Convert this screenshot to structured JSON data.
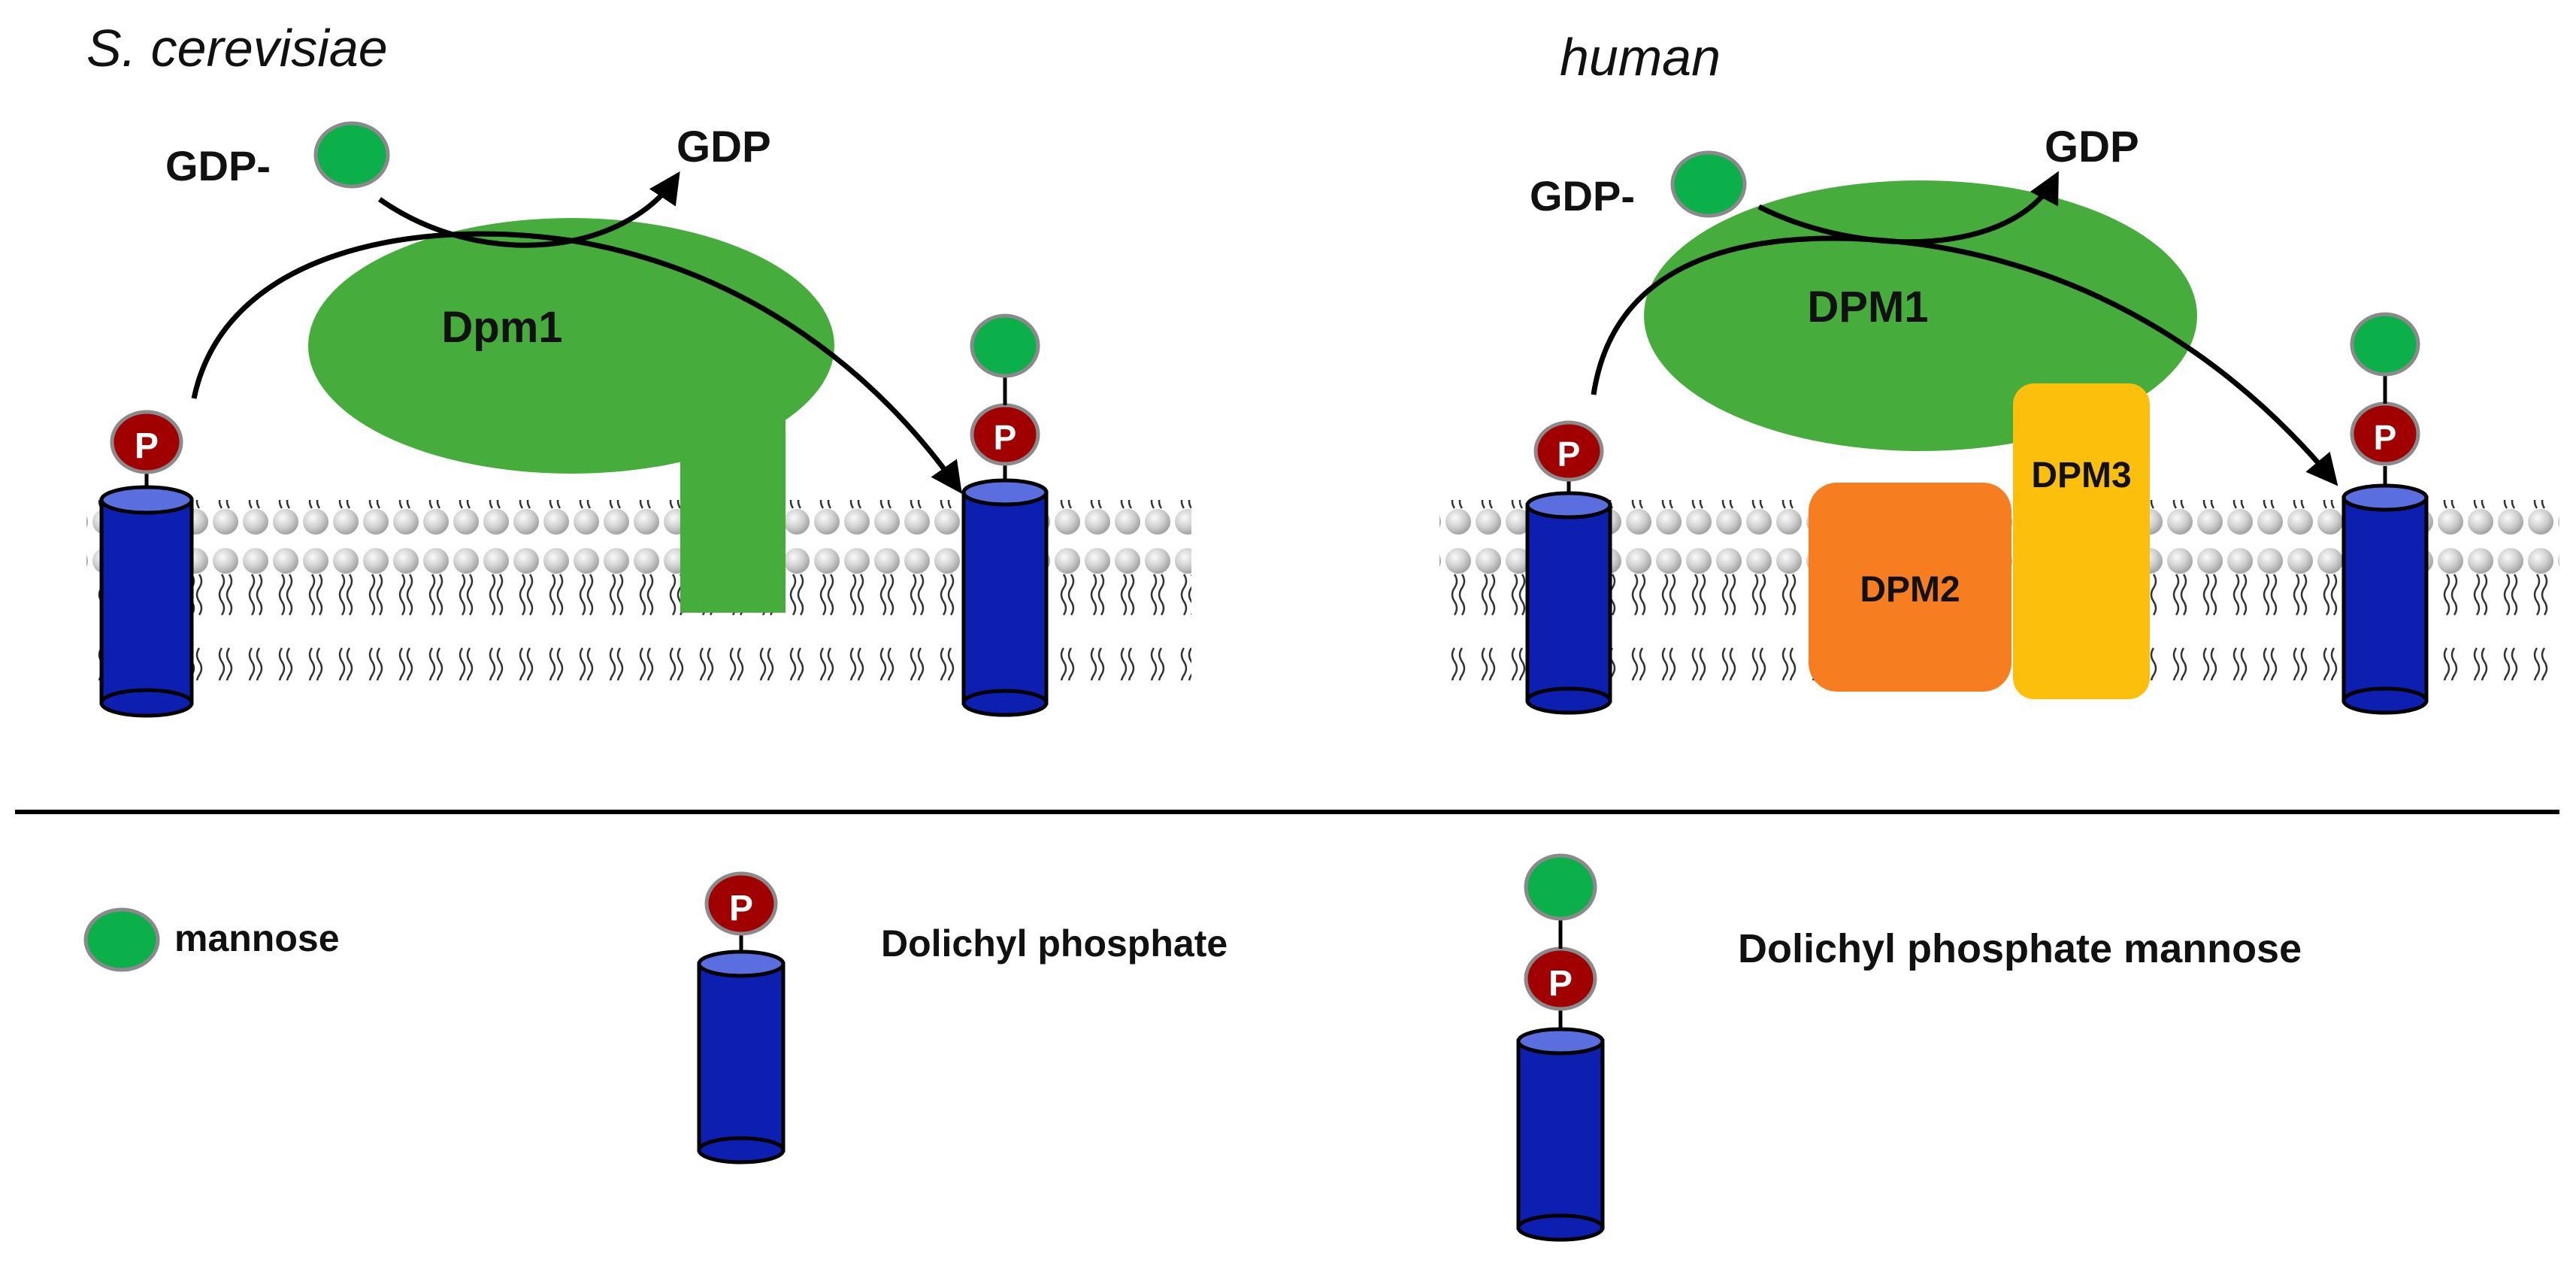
{
  "panels": {
    "left": {
      "species": "S. cerevisiae",
      "enzyme": "Dpm1"
    },
    "right": {
      "species": "human",
      "enzyme_main": "DPM1",
      "subunit2": "DPM2",
      "subunit3": "DPM3"
    }
  },
  "reaction": {
    "donor_prefix": "GDP-",
    "product": "GDP"
  },
  "phosphate_symbol": "P",
  "legend": {
    "mannose": "mannose",
    "dolichyl_phosphate": "Dolichyl phosphate",
    "dolichyl_phosphate_mannose": "Dolichyl phosphate mannose"
  },
  "colors": {
    "mannose": "#0cb04a",
    "phosphate": "#a00000",
    "dolichol_body": "#0d1fb0",
    "dolichol_top": "#5a6edf",
    "dpm1": "#46ad3c",
    "dpm2": "#f77e20",
    "dpm3": "#fcc00c",
    "lipid_head": "#c4c4c4"
  }
}
